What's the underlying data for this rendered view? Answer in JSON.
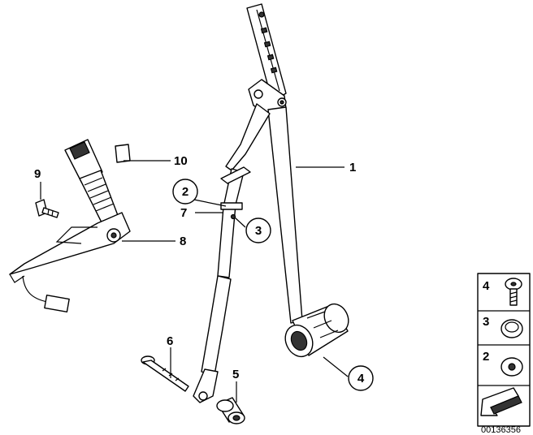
{
  "callouts": {
    "c1": "1",
    "c2": "2",
    "c3": "3",
    "c4": "4",
    "c5": "5",
    "c6": "6",
    "c7": "7",
    "c8": "8",
    "c9": "9",
    "c10": "10"
  },
  "legend": {
    "row1": "4",
    "row2": "3",
    "row3": "2"
  },
  "catalog_number": "00136356"
}
